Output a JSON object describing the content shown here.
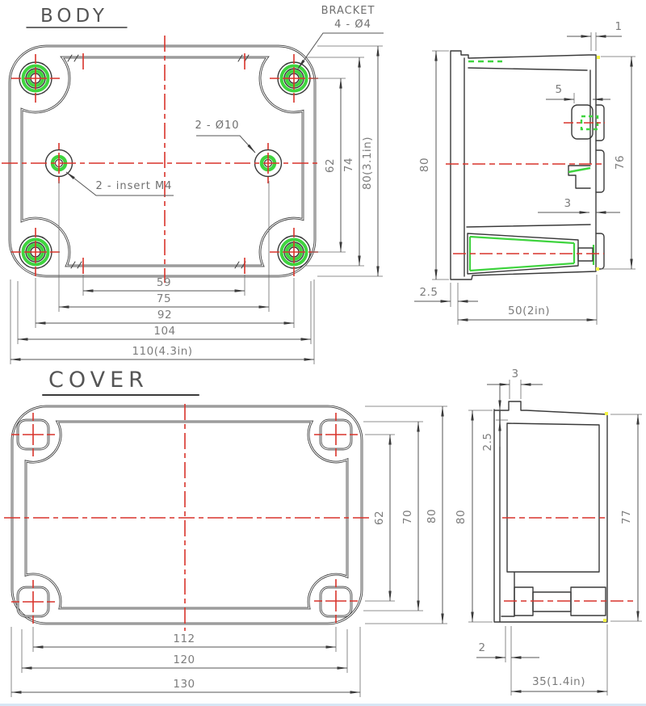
{
  "drawing": {
    "body": {
      "title": "BODY",
      "bracket1": "BRACKET",
      "bracket2": "4 - Ø4",
      "holes": "2 - Ø10",
      "inserts": "2 - insert  M4",
      "d59": "59",
      "d75": "75",
      "d92": "92",
      "d104": "104",
      "d110": "110(4.3in)",
      "d62": "62",
      "d74": "74",
      "d80": "80(3.1in)"
    },
    "body_side": {
      "d1": "1",
      "d5": "5",
      "d3": "3",
      "d80": "80",
      "d76": "76",
      "d25": "2.5",
      "d50": "50(2in)"
    },
    "cover": {
      "title": "COVER",
      "d112": "112",
      "d120": "120",
      "d130": "130",
      "d62": "62",
      "d70": "70",
      "d80": "80"
    },
    "cover_side": {
      "d3": "3",
      "d25": "2.5",
      "d80": "80",
      "d77": "77",
      "d2": "2",
      "d35": "35(1.4in)"
    },
    "colors": {
      "line": "#3a3a3a",
      "centerline": "#d9342b",
      "highlight": "#3fd43f",
      "accent": "#f5f542"
    }
  }
}
